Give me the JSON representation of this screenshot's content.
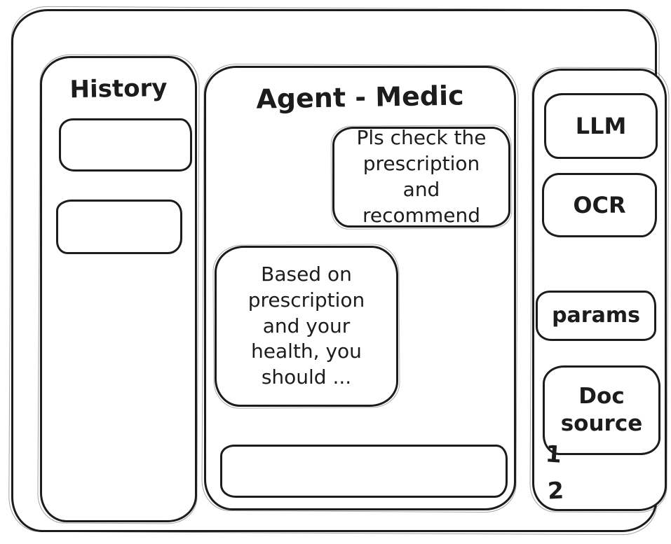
{
  "colors": {
    "ink": "#1c1c1c",
    "background": "#ffffff"
  },
  "history": {
    "title": "History",
    "items": [
      {
        "label": ""
      },
      {
        "label": ""
      }
    ]
  },
  "chat": {
    "title": "Agent - Medic",
    "messages": [
      {
        "role": "user",
        "text": "Pls check the prescription and recommend"
      },
      {
        "role": "assistant",
        "text": "Based on prescription and your health, you should ..."
      }
    ],
    "input": {
      "value": ""
    }
  },
  "tools": {
    "buttons": [
      {
        "id": "llm",
        "label": "LLM"
      },
      {
        "id": "ocr",
        "label": "OCR"
      },
      {
        "id": "params",
        "label": "params"
      },
      {
        "id": "doc-source",
        "label": "Doc source"
      }
    ],
    "doc_list": [
      "1",
      "2"
    ]
  }
}
